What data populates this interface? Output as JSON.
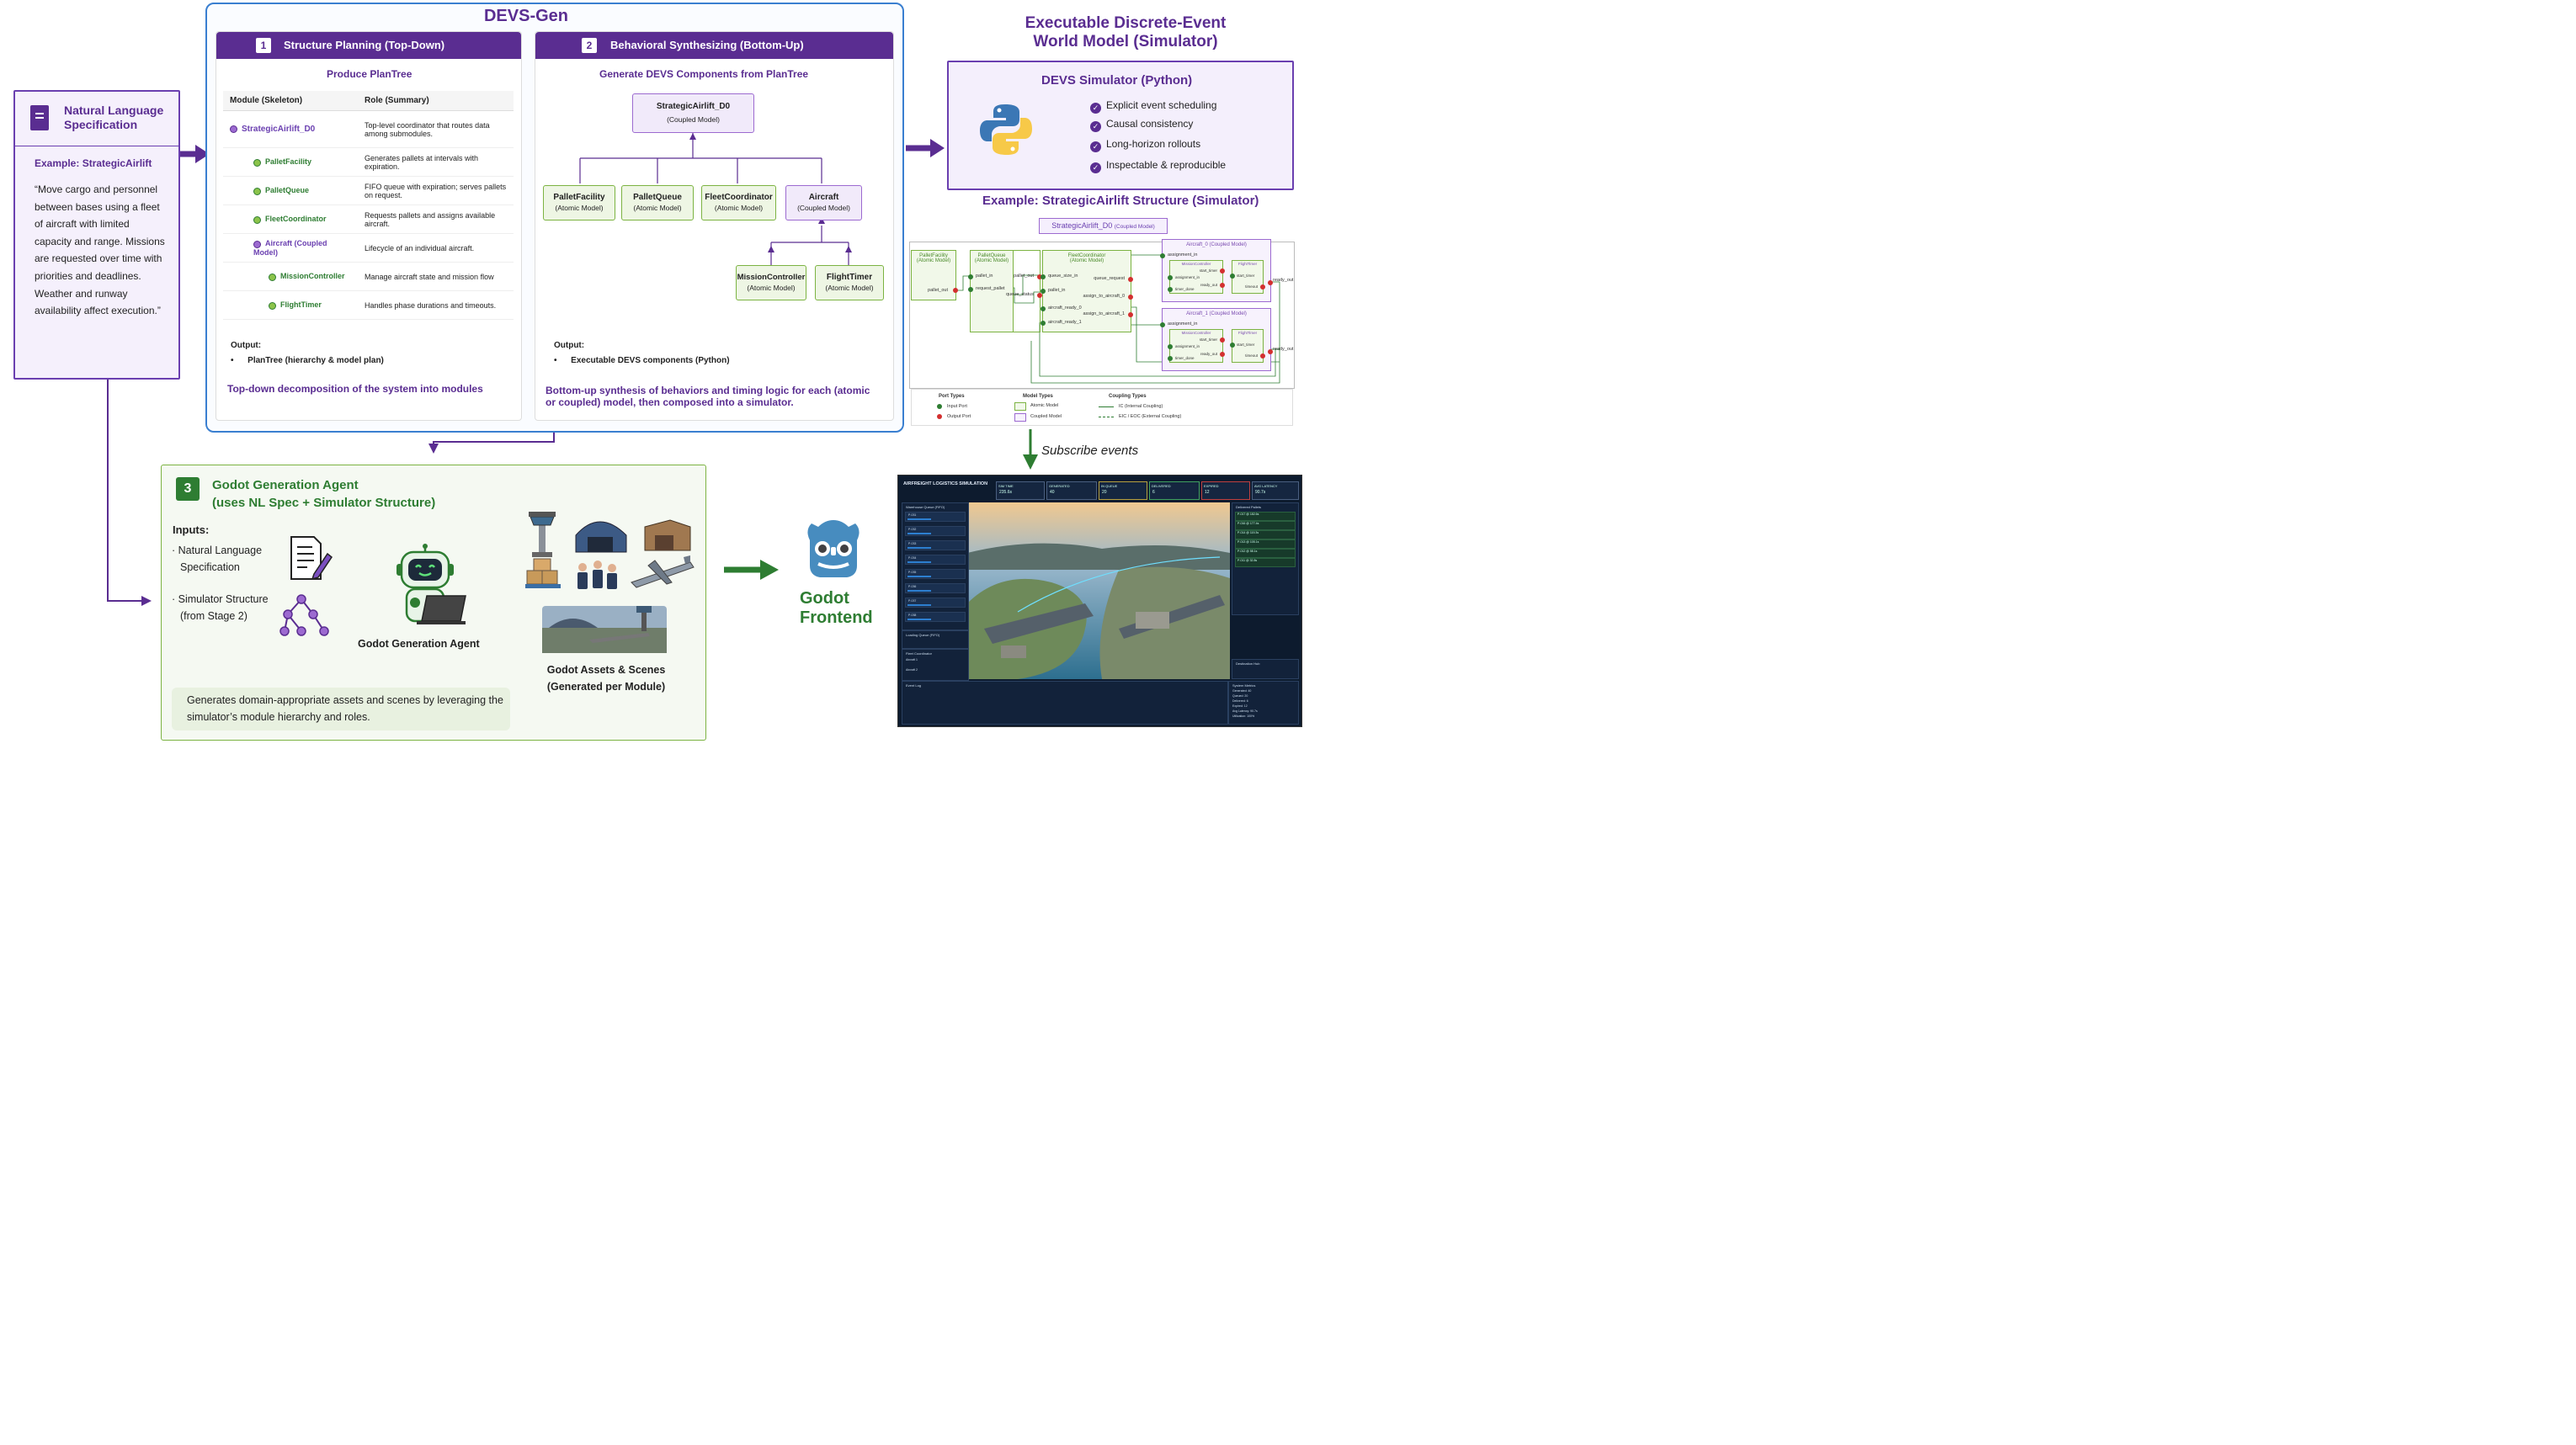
{
  "nl_spec": {
    "title_line1": "Natural Language",
    "title_line2": "Specification",
    "example_label": "Example: StrategicAirlift",
    "quote": "“Move cargo and personnel between bases using a fleet of aircraft with limited capacity and range. Missions are requested over time with priorities and deadlines. Weather and runway availability affect execution.”"
  },
  "devs_gen": {
    "title": "DEVS-Gen",
    "stage1": {
      "number": "1",
      "title": "Structure Planning (Top-Down)",
      "subtitle": "Produce PlanTree",
      "col_module": "Module (Skeleton)",
      "col_role": "Role (Summary)",
      "rows": [
        {
          "module": "StrategicAirlift_D0",
          "role": "Top-level coordinator that routes data among submodules."
        },
        {
          "module": "PalletFacility",
          "role": "Generates pallets at intervals with expiration."
        },
        {
          "module": "PalletQueue",
          "role": "FIFO queue with expiration; serves pallets on request."
        },
        {
          "module": "FleetCoordinator",
          "role": "Requests pallets and assigns available aircraft."
        },
        {
          "module": "Aircraft (Coupled Model)",
          "role": "Lifecycle of an individual aircraft."
        },
        {
          "module": "MissionController",
          "role": "Manage aircraft state and mission flow"
        },
        {
          "module": "FlightTimer",
          "role": "Handles phase durations and timeouts."
        }
      ],
      "output_label": "Output:",
      "output_item": "PlanTree (hierarchy & model plan)",
      "summary": "Top-down decomposition of the system into modules"
    },
    "stage2": {
      "number": "2",
      "title": "Behavioral Synthesizing (Bottom-Up)",
      "subtitle": "Generate DEVS Components from PlanTree",
      "root": {
        "name": "StrategicAirlift_D0",
        "kind": "(Coupled Model)"
      },
      "children": [
        {
          "name": "PalletFacility",
          "kind": "(Atomic Model)"
        },
        {
          "name": "PalletQueue",
          "kind": "(Atomic Model)"
        },
        {
          "name": "FleetCoordinator",
          "kind": "(Atomic Model)"
        },
        {
          "name": "Aircraft",
          "kind": "(Coupled Model)"
        }
      ],
      "grandchildren": [
        {
          "name": "MissionController",
          "kind": "(Atomic Model)"
        },
        {
          "name": "FlightTimer",
          "kind": "(Atomic Model)"
        }
      ],
      "output_label": "Output:",
      "output_item": "Executable DEVS components (Python)",
      "summary": "Bottom-up synthesis of behaviors and timing logic for each (atomic or coupled) model, then composed into a simulator."
    }
  },
  "simulator": {
    "title_line1": "Executable Discrete-Event",
    "title_line2": "World Model (Simulator)",
    "box_title": "DEVS Simulator (Python)",
    "features": [
      "Explicit event scheduling",
      "Causal consistency",
      "Long-horizon rollouts",
      "Inspectable & reproducible"
    ],
    "example_title": "Example: StrategicAirlift Structure (Simulator)"
  },
  "structure_diagram": {
    "root_label": "StrategicAirlift_D0",
    "root_kind": "(Coupled Model)",
    "pallet_facility": "PalletFacility",
    "pallet_queue": "PalletQueue",
    "fleet_coordinator": "FleetCoordinator",
    "atomic_kind": "(Atomic Model)",
    "aircraft0": "Aircraft_0",
    "aircraft1": "Aircraft_1",
    "coupled_kind": "(Coupled Model)",
    "mission_controller": "MissionController",
    "flight_timer": "FlightTimer",
    "ports": {
      "pallet_out": "pallet_out",
      "pallet_in": "pallet_in",
      "request_pallet": "request_pallet",
      "queue_status": "queue_status",
      "queue_size_in": "queue_size_in",
      "queue_request": "queue_request",
      "assign_to_aircraft_0": "assign_to_aircraft_0",
      "assign_to_aircraft_1": "assign_to_aircraft_1",
      "aircraft_ready_0": "aircraft_ready_0",
      "aircraft_ready_1": "aircraft_ready_1",
      "assignment_in": "assignment_in",
      "ready_out": "ready_out",
      "start_timer": "start_timer",
      "timer_done": "timer_done",
      "timeout": "timeout"
    },
    "legend": {
      "port_types": "Port Types",
      "input_port": "Input Port",
      "output_port": "Output Port",
      "model_types": "Model Types",
      "atomic": "Atomic Model",
      "coupled": "Coupled Model",
      "coupling_types": "Coupling Types",
      "ic": "IC (Internal Coupling)",
      "eic": "EIC / EOC (External Coupling)"
    }
  },
  "subscribe": "Subscribe events",
  "godot": {
    "number": "3",
    "title_line1": "Godot Generation Agent",
    "title_line2": "(uses NL Spec + Simulator Structure)",
    "inputs_label": "Inputs:",
    "input1_line1": "Natural Language",
    "input1_line2": "Specification",
    "input2_line1": "Simulator Structure",
    "input2_line2": "(from Stage 2)",
    "agent_label": "Godot Generation Agent",
    "assets_line1": "Godot Assets & Scenes",
    "assets_line2": "(Generated per Module)",
    "note": "Generates domain-appropriate assets and scenes by leveraging the simulator’s module hierarchy and roles.",
    "frontend_line1": "Godot",
    "frontend_line2": "Frontend"
  },
  "game": {
    "title": "AIRFREIGHT LOGISTICS SIMULATION",
    "kpis": [
      "235.6s",
      "40",
      "20",
      "6",
      "12",
      "90.7s"
    ],
    "kpi_labels": [
      "SIM TIME",
      "GENERATED",
      "IN QUEUE",
      "DELIVERED",
      "EXPIRED",
      "AVG LATENCY"
    ],
    "queue_title": "Warehouse Queue (FIFO)",
    "queue_items": [
      "P-031",
      "P-032",
      "P-033",
      "P-034",
      "P-035",
      "P-036",
      "P-037",
      "P-038"
    ],
    "delivered_title": "Delivered Pallets",
    "delivered_items": [
      "P-017 @ 182.6s",
      "P-016 @ 177.4s",
      "P-014 @ 119.3s",
      "P-013 @ 105.1s",
      "P-012 @ 58.1s",
      "P-011 @ 32.8s"
    ],
    "loading_queue": "Loading Queue (FIFO)",
    "fleet_title": "Fleet Coordinator",
    "aircraft1": "Aircraft 1",
    "aircraft2": "Aircraft 2",
    "destination_hub": "Destination Hub",
    "event_log": "Event Log",
    "system_metrics": "System Metrics",
    "metrics": [
      "Generated: 40",
      "Queued: 20",
      "Delivered: 6",
      "Expired: 12",
      "Avg Latency: 90.7s",
      "Utilization: 100%"
    ]
  },
  "colors": {
    "purple": "#5a2d91",
    "green": "#2e7d32",
    "blue_border": "#3a7fd0"
  }
}
